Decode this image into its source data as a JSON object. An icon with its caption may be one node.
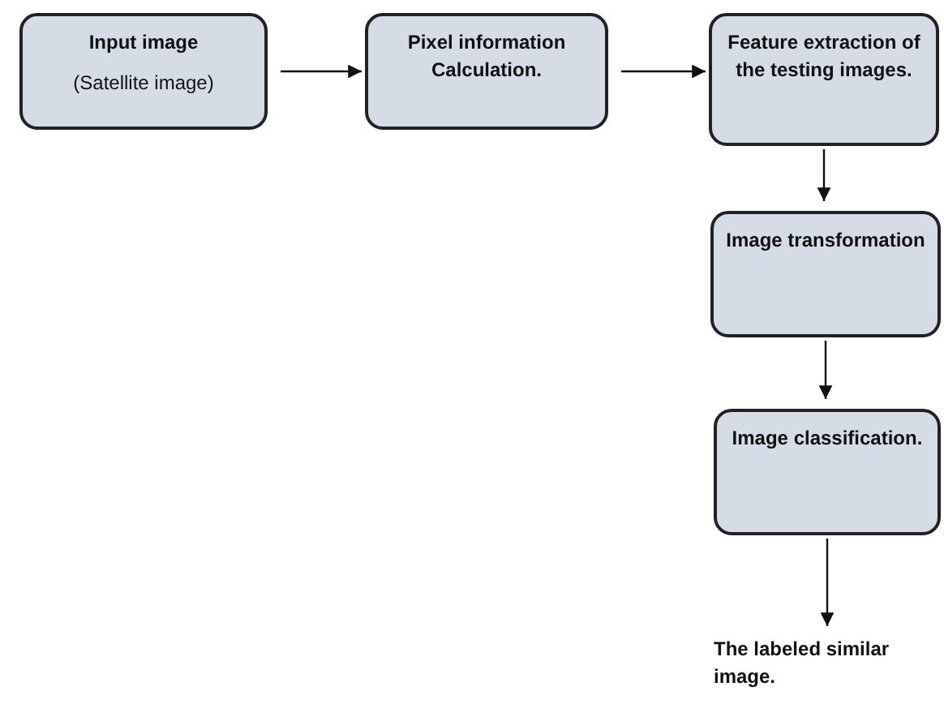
{
  "diagram": {
    "nodes": [
      {
        "text": [
          "Input image",
          "(Satellite image)"
        ]
      },
      {
        "text": [
          "Pixel information Calculation."
        ]
      },
      {
        "text": [
          "Feature extraction of the testing images."
        ]
      },
      {
        "text": [
          "Image transformation"
        ]
      },
      {
        "text": [
          "Image classification."
        ]
      },
      {
        "text": [
          "The labeled similar image."
        ]
      }
    ],
    "edges": [
      {
        "from": 0,
        "to": 1,
        "arrow": "to"
      },
      {
        "from": 1,
        "to": 2,
        "arrow": "to"
      },
      {
        "from": 2,
        "to": 3,
        "arrow": "to"
      },
      {
        "from": 3,
        "to": 4,
        "arrow": "to"
      },
      {
        "from": 4,
        "to": 5,
        "arrow": "to"
      }
    ]
  }
}
